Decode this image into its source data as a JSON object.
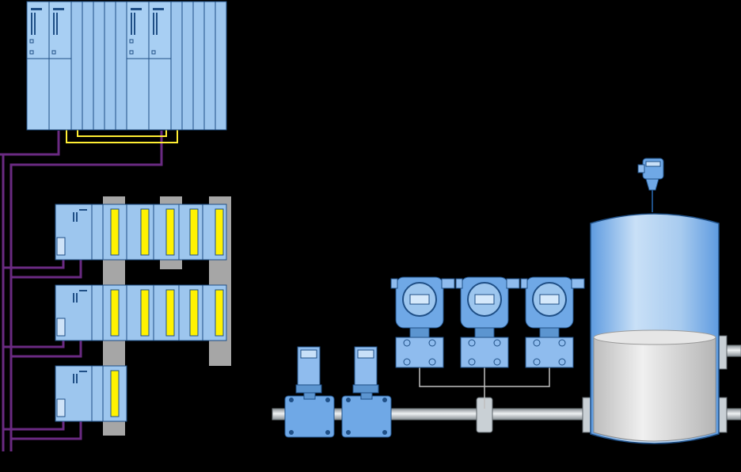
{
  "colors": {
    "background": "#000000",
    "module_blue": "#9dc6ee",
    "module_blue_dark": "#5c95d0",
    "module_outline": "#1f4f86",
    "io_yellow": "#fff200",
    "fiber_yellow": "#ffee33",
    "bus_purple": "#6a2a82",
    "rail_gray": "#a6a6a6",
    "pipe_gray": "#bfc5c9",
    "device_blue": "#6fa8e6",
    "tank_blue": "#b4d2f2",
    "liquid_gray": "#d9d9d9"
  },
  "components": {
    "controllers": [
      {
        "name": "redundant-controller-a"
      },
      {
        "name": "redundant-controller-b"
      }
    ],
    "remote_io_stations": [
      {
        "name": "remote-io-station-1",
        "io_modules": 5
      },
      {
        "name": "remote-io-station-2",
        "io_modules": 5
      },
      {
        "name": "remote-io-station-3",
        "io_modules": 1
      }
    ],
    "field_devices": [
      {
        "name": "flowmeter-1",
        "icon": "flowmeter-icon"
      },
      {
        "name": "flowmeter-2",
        "icon": "flowmeter-icon"
      },
      {
        "name": "pressure-transmitter-1",
        "icon": "pressure-transmitter-icon"
      },
      {
        "name": "pressure-transmitter-2",
        "icon": "pressure-transmitter-icon"
      },
      {
        "name": "pressure-transmitter-3",
        "icon": "pressure-transmitter-icon"
      },
      {
        "name": "level-sensor",
        "icon": "radar-level-icon"
      },
      {
        "name": "storage-tank",
        "icon": "tank-icon"
      }
    ]
  }
}
